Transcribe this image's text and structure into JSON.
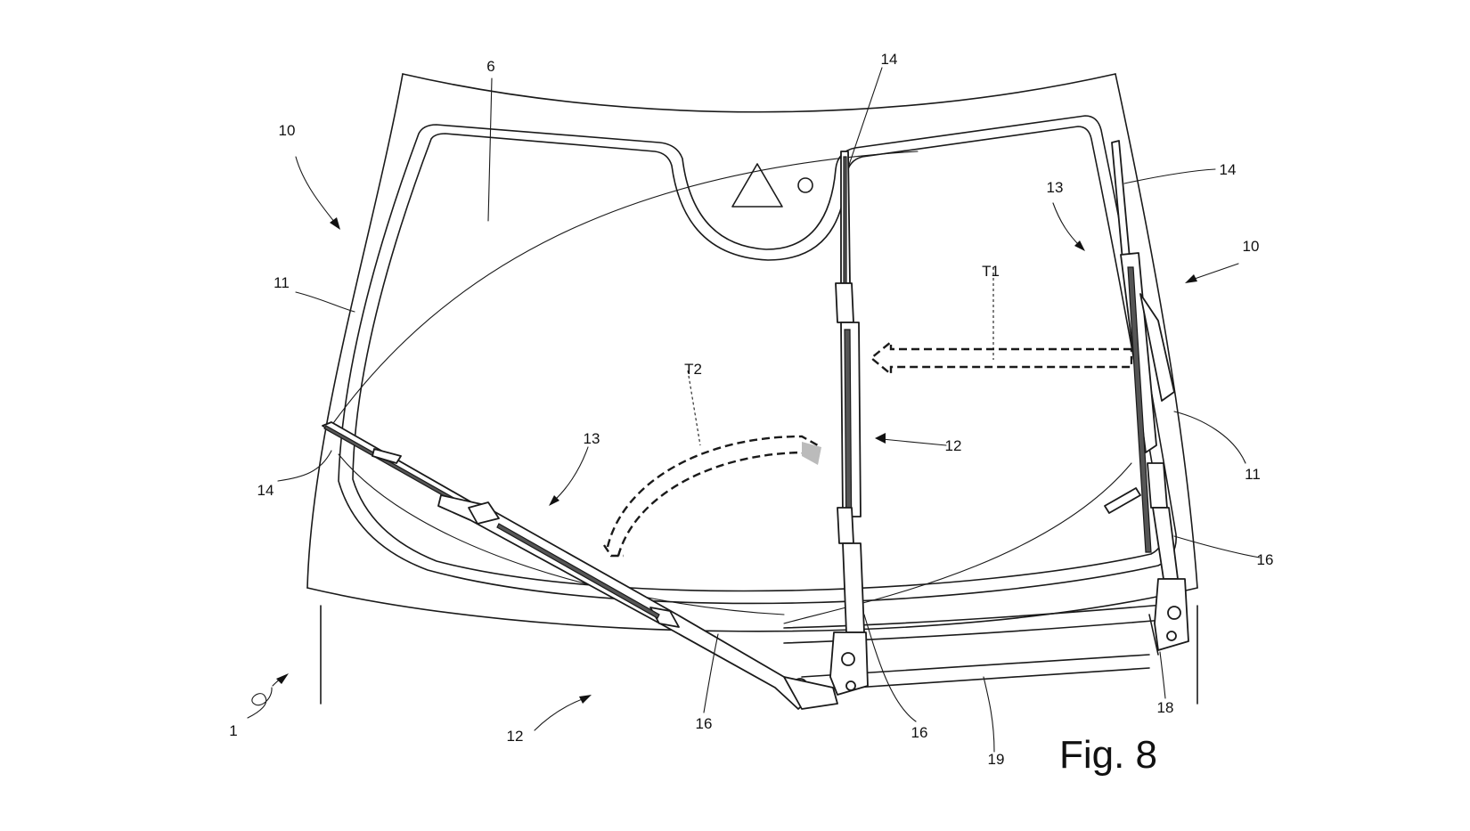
{
  "figure": {
    "caption": "Fig. 8",
    "labels": {
      "l_1": "1",
      "l_6": "6",
      "l_10a": "10",
      "l_10b": "10",
      "l_11a": "11",
      "l_11b": "11",
      "l_12a": "12",
      "l_12b": "12",
      "l_13a": "13",
      "l_13b": "13",
      "l_14a": "14",
      "l_14b": "14",
      "l_14c": "14",
      "l_16a": "16",
      "l_16b": "16",
      "l_16c": "16",
      "l_18": "18",
      "l_19": "19",
      "l_t1": "T1",
      "l_t2": "T2"
    }
  }
}
